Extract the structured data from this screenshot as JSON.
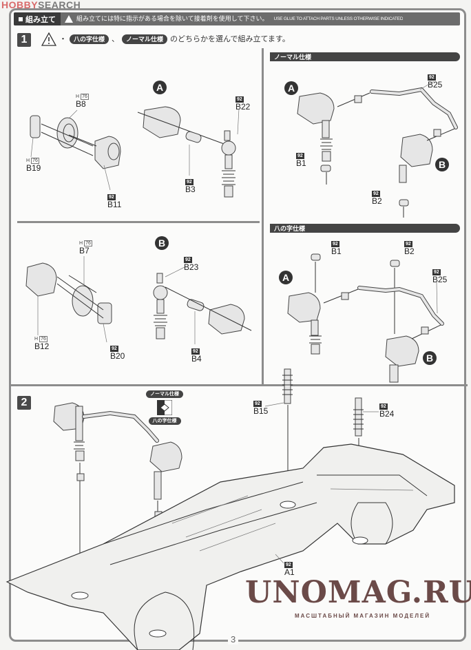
{
  "watermark": {
    "hobby": "HOBBY",
    "search": "SEARCH"
  },
  "header": {
    "title": "組み立て",
    "notice_jp": "組み立てには特に指示がある場合を除いて接着剤を使用して下さい。",
    "notice_en": "USE GLUE TO ATTACH PARTS UNLESS OTHERWISE INDICATED"
  },
  "step1": {
    "number": "1",
    "option_a": "八の字仕様",
    "separator": "、",
    "option_b": "ノーマル仕様",
    "bullet": "・",
    "instruction": "のどちらかを選んで組み立てます。",
    "sub_a": {
      "letter": "A",
      "parts": [
        {
          "id": "B8",
          "paint": "H",
          "color_code": "76"
        },
        {
          "id": "B19",
          "paint": "H",
          "color_code": "76"
        },
        {
          "id": "B11",
          "color_code": "92"
        },
        {
          "id": "B3",
          "color_code": "92"
        },
        {
          "id": "B22",
          "color_code": "92"
        }
      ]
    },
    "sub_b": {
      "letter": "B",
      "parts": [
        {
          "id": "B7",
          "paint": "H",
          "color_code": "76"
        },
        {
          "id": "B12",
          "paint": "H",
          "color_code": "76"
        },
        {
          "id": "B20",
          "color_code": "92"
        },
        {
          "id": "B23",
          "color_code": "92"
        },
        {
          "id": "B4",
          "color_code": "92"
        }
      ]
    },
    "normal_variant": {
      "title": "ノーマル仕様",
      "letter_a": "A",
      "letter_b": "B",
      "parts": [
        {
          "id": "B25",
          "color_code": "92"
        },
        {
          "id": "B1",
          "color_code": "92"
        },
        {
          "id": "B2",
          "color_code": "92"
        }
      ]
    },
    "hachi_variant": {
      "title": "八の字仕様",
      "letter_a": "A",
      "letter_b": "B",
      "parts": [
        {
          "id": "B1",
          "color_code": "92"
        },
        {
          "id": "B2",
          "color_code": "92"
        },
        {
          "id": "B25",
          "color_code": "92"
        }
      ]
    }
  },
  "step2": {
    "number": "2",
    "direction_top": "ノーマル仕様",
    "direction_bottom": "八の字仕様",
    "parts": [
      {
        "id": "B15",
        "color_code": "92"
      },
      {
        "id": "B24",
        "color_code": "92"
      },
      {
        "id": "A1",
        "color_code": "92"
      }
    ]
  },
  "page_number": "3",
  "overlay": {
    "brand": "UNOMAG.RU",
    "tagline": "МАСШТАБНЫЙ МАГАЗИН МОДЕЛЕЙ",
    "brand_color": "#6b4a48"
  }
}
